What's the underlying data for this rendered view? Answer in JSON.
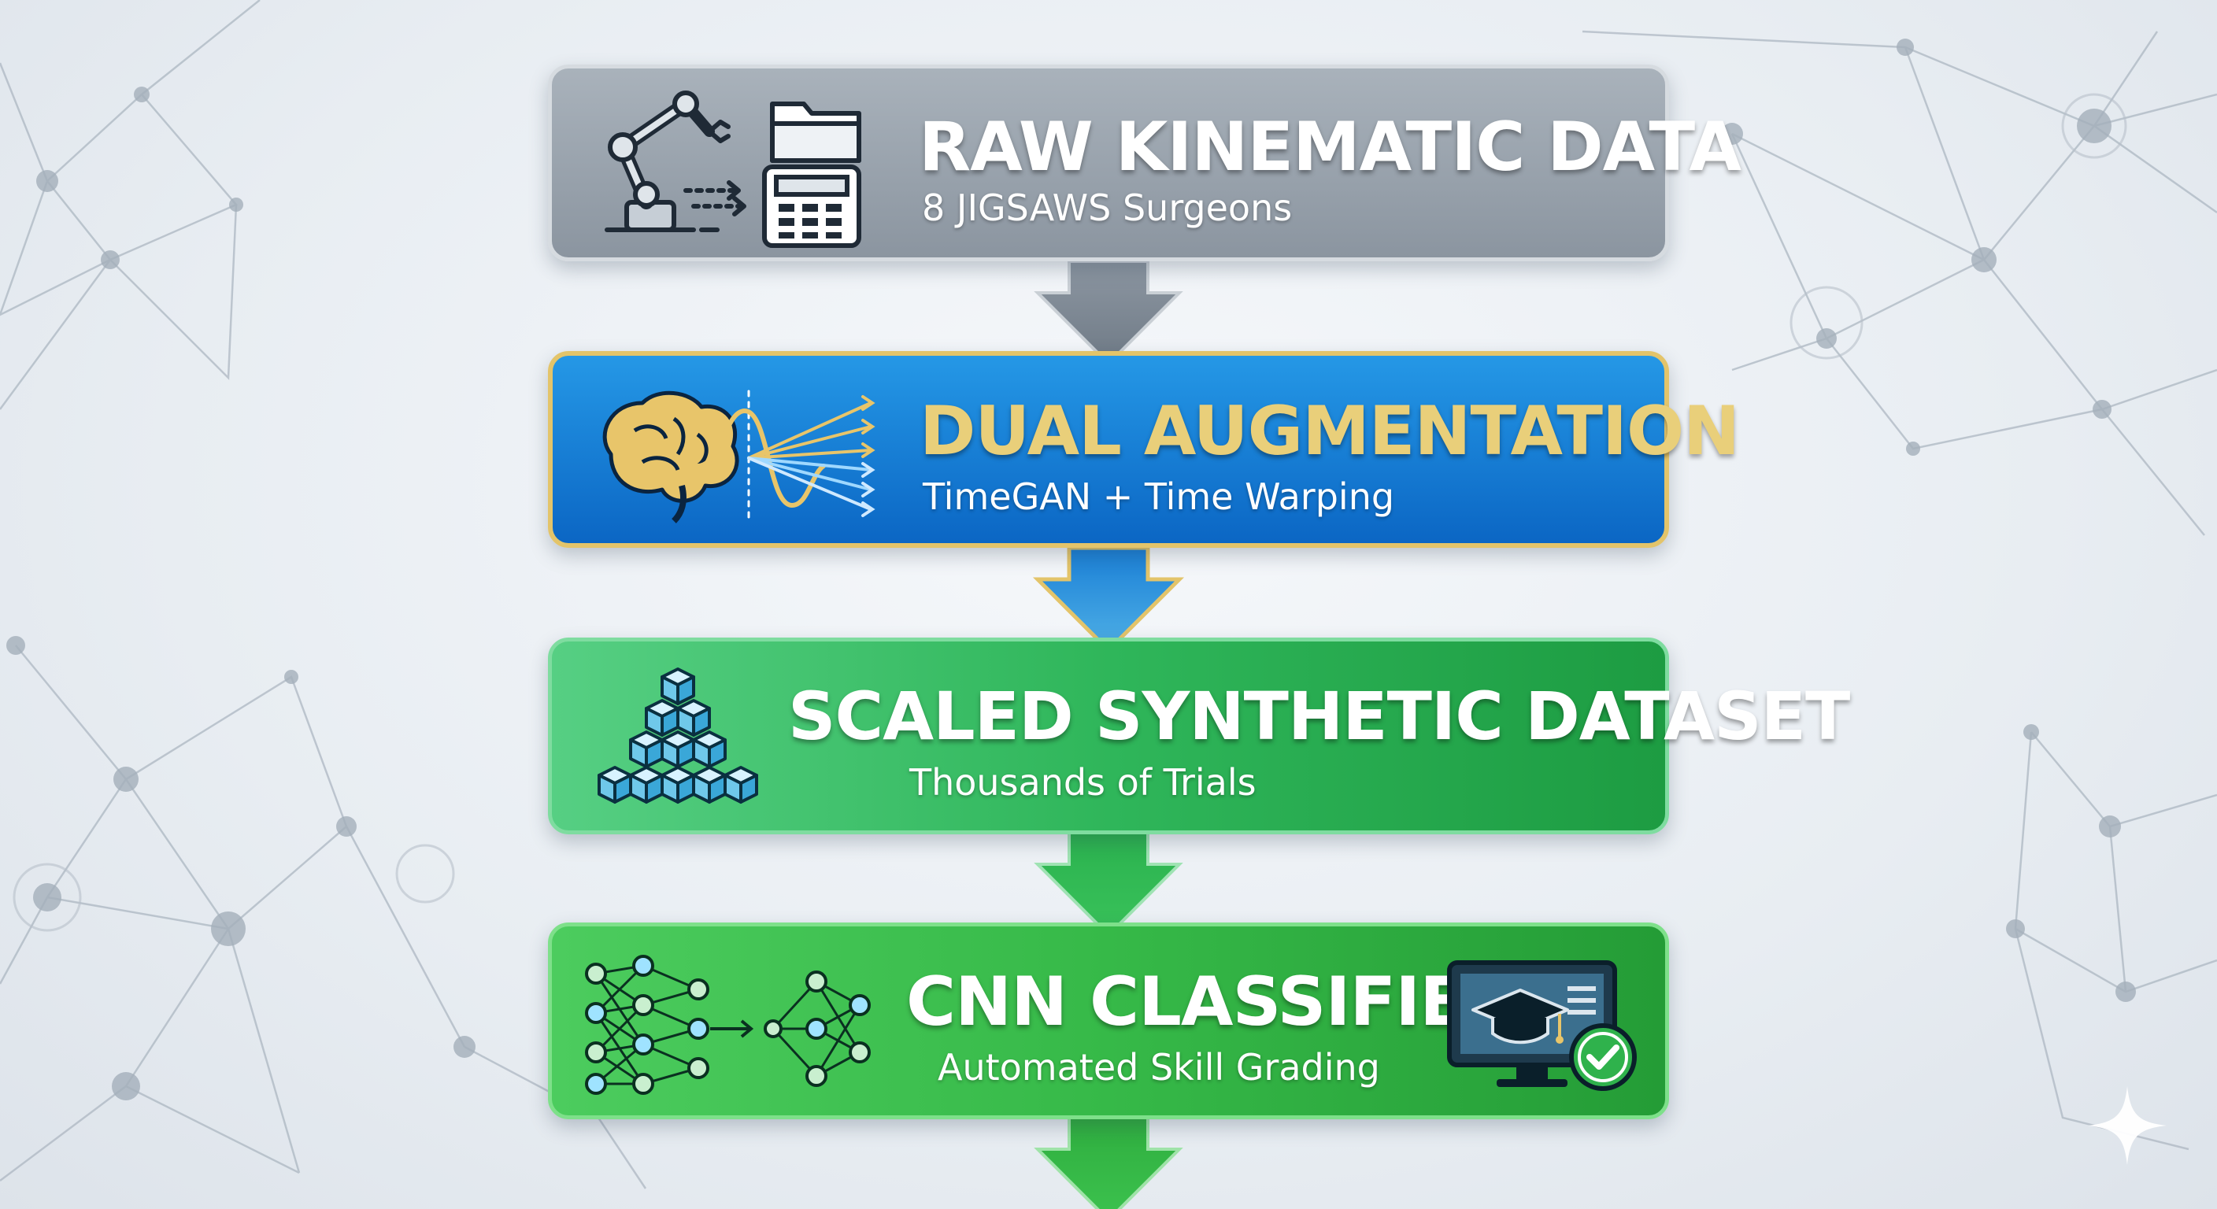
{
  "stages": [
    {
      "title": "RAW KINEMATIC DATA",
      "subtitle": "8 JIGSAWS Surgeons",
      "icons": [
        "robotic-arm-icon",
        "folder-icon",
        "data-terminal-icon"
      ]
    },
    {
      "title": "DUAL AUGMENTATION",
      "subtitle": "TimeGAN + Time Warping",
      "icons": [
        "brain-icon",
        "signal-wave-icon"
      ]
    },
    {
      "title": "SCALED SYNTHETIC DATASET",
      "subtitle": "Thousands of Trials",
      "icons": [
        "cube-stack-icon"
      ]
    },
    {
      "title": "CNN CLASSIFIER",
      "subtitle": "Automated Skill Grading",
      "icons": [
        "neural-network-icon",
        "graduation-monitor-icon",
        "check-badge-icon"
      ]
    }
  ],
  "colors": {
    "stage_gray": "#8b95a0",
    "stage_blue": "#0b66c4",
    "stage_gold": "#e3c46a",
    "stage_green_light": "#2fb65a",
    "stage_green": "#36b948"
  }
}
